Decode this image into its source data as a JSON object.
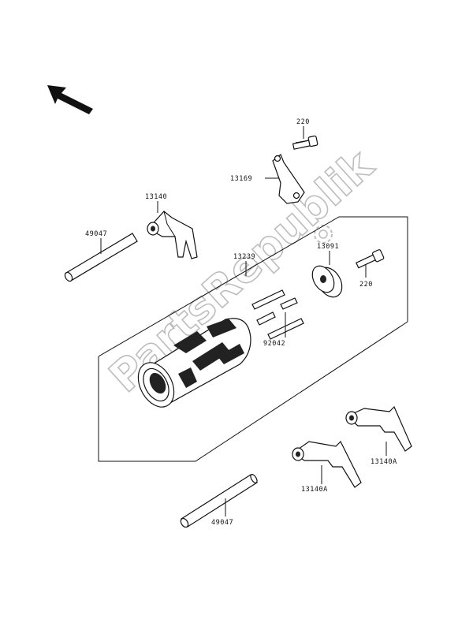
{
  "parts": {
    "bolt_top": "220",
    "bracket": "13169",
    "fork_left": "13140",
    "shaft_upper": "49047",
    "drum": "13239",
    "drum_gear": "13091",
    "bolt_right": "220",
    "pins": "92042",
    "fork_right_upper": "13140A",
    "fork_right_lower": "13140A",
    "shaft_lower": "49047"
  },
  "watermark": "PartsRepublik",
  "icons": {
    "direction": "arrow-icon",
    "watermark_logo": "gear-logo-icon"
  }
}
